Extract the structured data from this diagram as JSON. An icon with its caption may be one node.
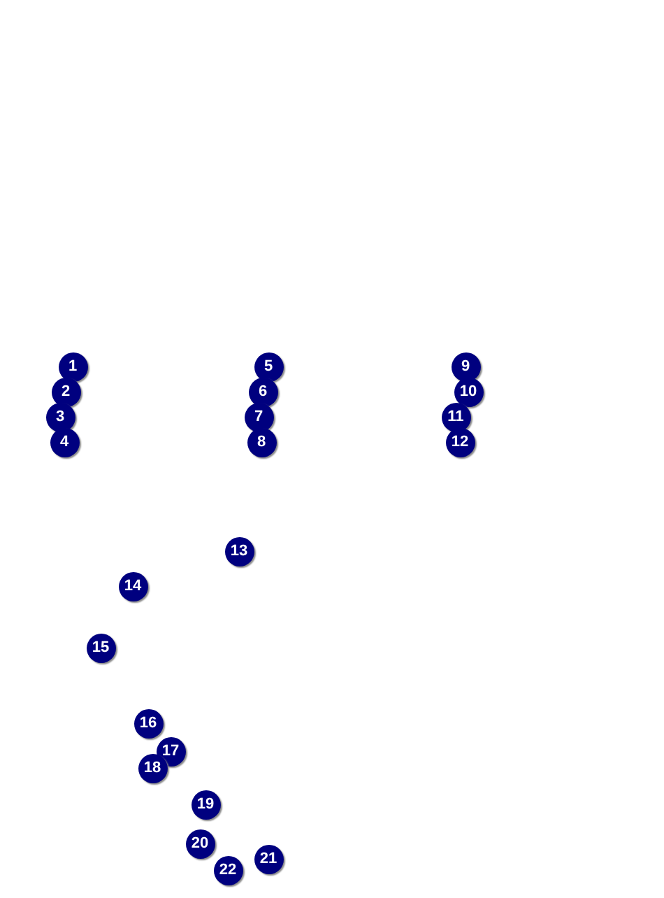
{
  "diagram": {
    "labels": [
      "1",
      "2",
      "3",
      "4",
      "5",
      "6",
      "7",
      "8",
      "9",
      "10",
      "11",
      "12",
      "13",
      "14",
      "15",
      "16",
      "17",
      "18",
      "19",
      "20",
      "21",
      "22"
    ]
  }
}
